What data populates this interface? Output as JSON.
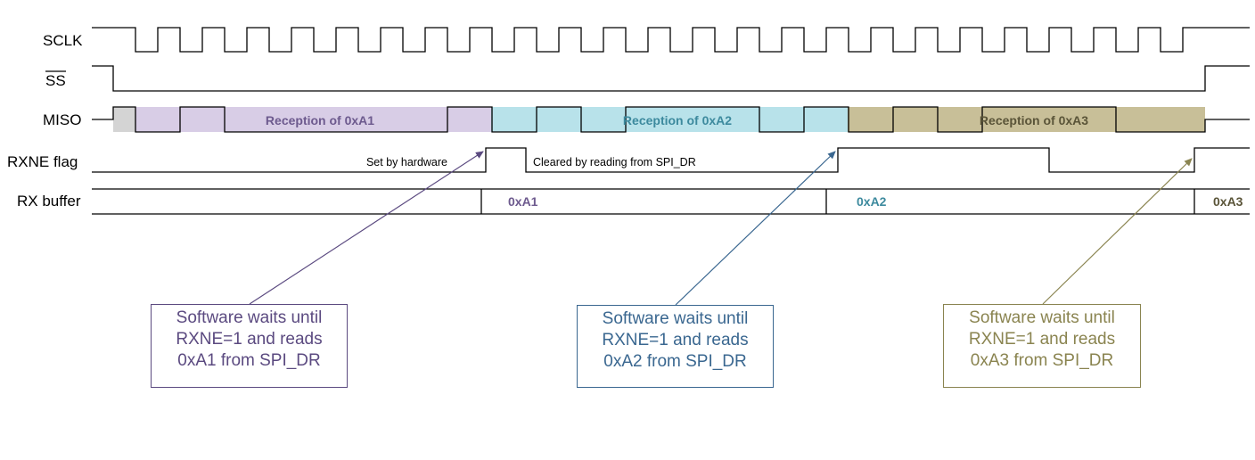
{
  "signals": {
    "sclk": "SCLK",
    "ss": "SS",
    "miso": "MISO",
    "rxne": "RXNE flag",
    "rxbuf": "RX buffer"
  },
  "bands": [
    {
      "label": "Reception of 0xA1",
      "color": "#d8cde6",
      "text_color": "#6d5a8e"
    },
    {
      "label": "Reception of 0xA2",
      "color": "#b8e2ea",
      "text_color": "#3d8a9e"
    },
    {
      "label": "Reception of 0xA3",
      "color": "#c8bf98",
      "text_color": "#5a5438"
    }
  ],
  "rxne_notes": {
    "set": "Set by hardware",
    "cleared": "Cleared by reading from SPI_DR"
  },
  "buffer_values": [
    {
      "label": "0xA1",
      "color": "#6d5a8e"
    },
    {
      "label": "0xA2",
      "color": "#3d8a9e"
    },
    {
      "label": "0xA3",
      "color": "#5a5438"
    }
  ],
  "callouts": [
    {
      "lines": [
        "Software waits until",
        "RXNE=1 and reads",
        "0xA1 from SPI_DR"
      ],
      "color": "#5b4a80"
    },
    {
      "lines": [
        "Software waits until",
        "RXNE=1 and reads",
        "0xA2 from SPI_DR"
      ],
      "color": "#3a6790"
    },
    {
      "lines": [
        "Software waits until",
        "RXNE=1 and reads",
        "0xA3 from SPI_DR"
      ],
      "color": "#8a8450"
    }
  ]
}
